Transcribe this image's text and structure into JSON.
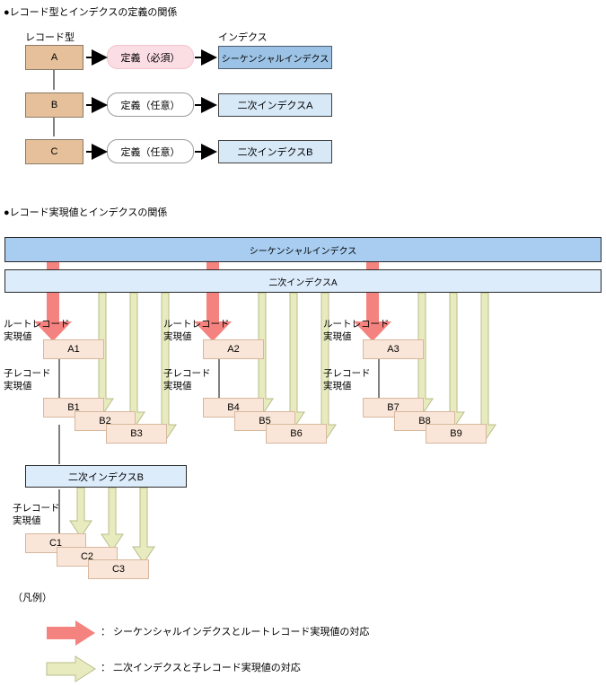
{
  "section1": {
    "heading": "●レコード型とインデクスの定義の関係",
    "col_left_label": "レコード型",
    "col_right_label": "インデクス",
    "rows": [
      {
        "type": "A",
        "relation": "定義（必須）",
        "index": "シーケンシャルインデクス"
      },
      {
        "type": "B",
        "relation": "定義（任意）",
        "index": "二次インデクスA"
      },
      {
        "type": "C",
        "relation": "定義（任意）",
        "index": "二次インデクスB"
      }
    ]
  },
  "section2": {
    "heading": "●レコード実現値とインデクスの関係",
    "bar_sequential": "シーケンシャルインデクス",
    "bar_secondary_a": "二次インデクスA",
    "bar_secondary_b": "二次インデクスB",
    "root_label_line1": "ルートレコード",
    "root_label_line2": "実現値",
    "child_label_line1": "子レコード",
    "child_label_line2": "実現値",
    "groups": [
      {
        "root": "A1",
        "children": [
          "B1",
          "B2",
          "B3"
        ]
      },
      {
        "root": "A2",
        "children": [
          "B4",
          "B5",
          "B6"
        ]
      },
      {
        "root": "A3",
        "children": [
          "B7",
          "B8",
          "B9"
        ]
      }
    ],
    "c_children": [
      "C1",
      "C2",
      "C3"
    ]
  },
  "legend": {
    "title": "（凡例）",
    "items": [
      {
        "arrow": "red-arrow-icon",
        "text": "： シーケンシャルインデクスとルートレコード実現値の対応"
      },
      {
        "arrow": "yellow-arrow-icon",
        "text": "： 二次インデクスと子レコード実現値の対応"
      }
    ]
  },
  "colors": {
    "record_type_fill": "#e5c09a",
    "sequential_index_fill": "#9cc3e5",
    "secondary_index_fill": "#d7e8f7",
    "record_value_fill": "#fae6d8",
    "red_arrow": "#f4827e",
    "yellow_arrow": "#e8ebbe"
  }
}
